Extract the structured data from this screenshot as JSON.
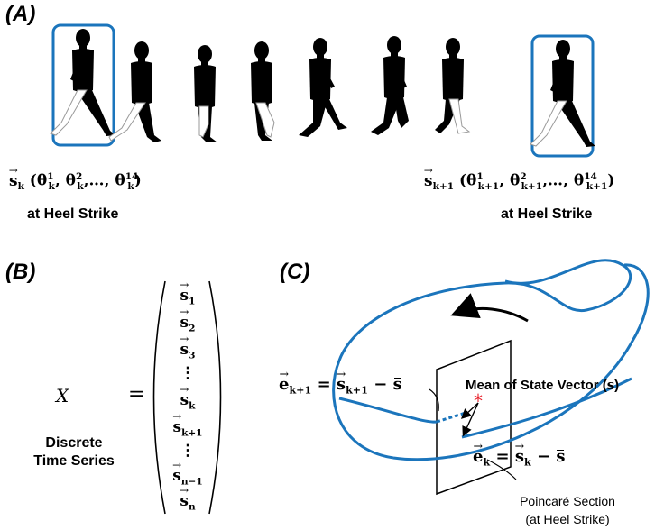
{
  "panelA": {
    "label": "(A)",
    "left_caption": "at Heel Strike",
    "right_caption": "at Heel Strike",
    "left_formula": {
      "vec": "s",
      "sub": "k",
      "args": "θ, θ, …, θ",
      "supers": [
        "1",
        "2",
        "14"
      ],
      "arg_sub": "k"
    },
    "right_formula": {
      "vec": "s",
      "sub": "k+1",
      "supers": [
        "1",
        "2",
        "14"
      ],
      "arg_sub": "k+1"
    },
    "highlight_color": "#1b75bc"
  },
  "panelB": {
    "label": "(B)",
    "lhs": "X",
    "equals": "=",
    "caption_line1": "Discrete",
    "caption_line2": "Time Series",
    "rows": [
      {
        "vec": "s",
        "sub": "1"
      },
      {
        "vec": "s",
        "sub": "2"
      },
      {
        "vec": "s",
        "sub": "3"
      },
      {
        "dots": "⋮"
      },
      {
        "vec": "s",
        "sub": "k"
      },
      {
        "vec": "s",
        "sub": "k+1"
      },
      {
        "dots": "⋮"
      },
      {
        "vec": "s",
        "sub": "n−1"
      },
      {
        "vec": "s",
        "sub": "n"
      }
    ]
  },
  "panelC": {
    "label": "(C)",
    "mean_label": "Mean of State Vector (",
    "mean_symbol": "s",
    "mean_close": ")",
    "ek1": {
      "lhs": "e",
      "lhs_sub": "k+1",
      "rhs": "s",
      "rhs_sub": "k+1",
      "minus": "−",
      "mean": "s"
    },
    "ek": {
      "lhs": "e",
      "lhs_sub": "k",
      "rhs": "s",
      "rhs_sub": "k",
      "minus": "−",
      "mean": "s"
    },
    "section_line1": "Poincaré Section",
    "section_line2": "(at Heel Strike)",
    "loop_color": "#1b75bc",
    "mean_color": "#e8202a"
  }
}
